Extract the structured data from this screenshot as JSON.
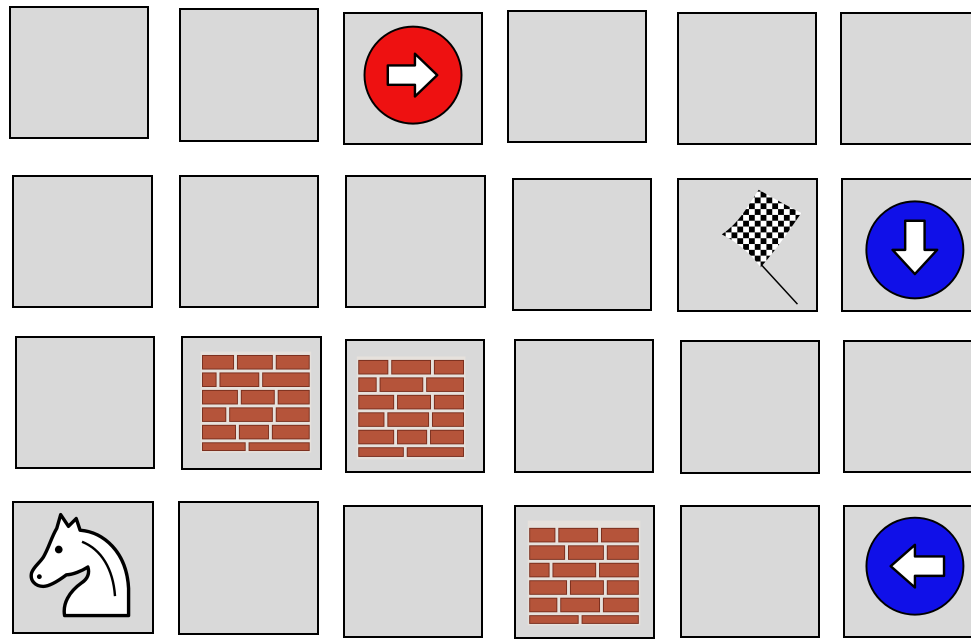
{
  "board": {
    "rows": 4,
    "cols": 6,
    "cells": [
      [
        "empty",
        "empty",
        "arrow-right",
        "empty",
        "empty",
        "empty"
      ],
      [
        "empty",
        "empty",
        "empty",
        "empty",
        "finish-flag",
        "arrow-down"
      ],
      [
        "empty",
        "brick-wall",
        "brick-wall",
        "empty",
        "empty",
        "empty"
      ],
      [
        "knight",
        "empty",
        "empty",
        "brick-wall",
        "empty",
        "arrow-left"
      ]
    ]
  },
  "icons": {
    "arrow-right": "arrow-right-icon",
    "arrow-down": "arrow-down-icon",
    "arrow-left": "arrow-left-icon",
    "finish-flag": "checkered-flag-icon",
    "brick-wall": "brick-wall-icon",
    "knight": "knight-icon"
  },
  "colors": {
    "tile": "#d9d9d9",
    "border": "#000000",
    "arrow_red": "#ee1111",
    "arrow_blue": "#1010e8",
    "brick": "#b5543a",
    "mortar": "#e6e1dc"
  }
}
